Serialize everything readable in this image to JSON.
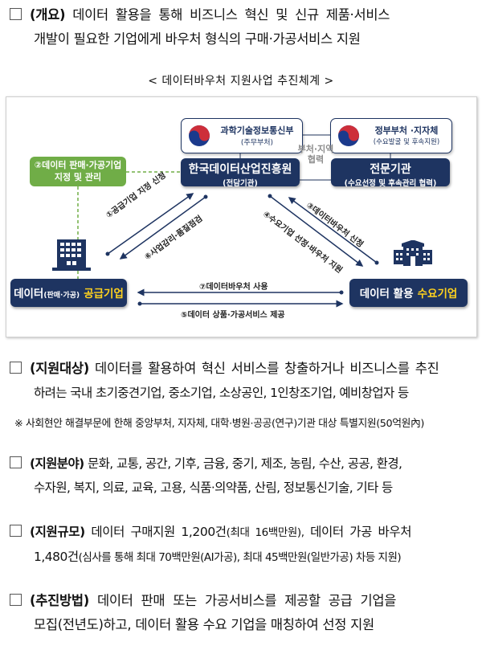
{
  "overview": {
    "label": "(개요)",
    "line1": "데이터 활용을 통해 비즈니스 혁신 및 신규 제품·서비스",
    "line2": "개발이 필요한 기업에게 바우처 형식의 구매·가공서비스 지원"
  },
  "diagram": {
    "caption": "< 데이터바우처 지원사업 추진체계 >",
    "msit": {
      "title": "과학기술정보통신부",
      "subtitle": "(주무부처)"
    },
    "gov": {
      "title": "정부부처 ·지자체",
      "subtitle": "(수요발굴 및 후속지원)"
    },
    "kdata": {
      "title": "한국데이터산업진흥원",
      "subtitle": "(전담기관)"
    },
    "expert": {
      "title": "전문기관",
      "subtitle": "(수요선정 및 후속관리 협력)"
    },
    "cooperation": {
      "line1": "부처·지역",
      "line2": "협력"
    },
    "designate": {
      "line1": "②데이터 판매·가공기업",
      "line2": "지정 및 관리"
    },
    "supplier": {
      "prefix": "데이터",
      "mid": "(판매·가공)",
      "highlight": "공급기업"
    },
    "demander": {
      "prefix": "데이터 활용",
      "highlight": "수요기업"
    },
    "arrows": {
      "a1": "①공급기업 지정 신청",
      "a6": "⑥사업감리·품질점검",
      "a3": "③데이터바우처 신청",
      "a4": "④수요기업 선정·바우처 지원",
      "a7": "⑦데이터바우처 사용",
      "a5": "⑤데이터 상품·가공서비스 제공"
    },
    "colors": {
      "navy": "#1e3461",
      "green": "#70ad47",
      "highlight": "#ffd21e"
    }
  },
  "target": {
    "label": "(지원대상)",
    "line1": "데이터를 활용하여 혁신 서비스를 창출하거나 비즈니스를 추진",
    "line2": "하려는 국내 초기중견기업, 중소기업, 소상공인, 1인창조기업, 예비창업자 등",
    "note": "※ 사회현안 해결부문에 한해 중앙부처, 지자체, 대학·병원·공공(연구)기관 대상 특별지원(50억원內)"
  },
  "fields": {
    "label": "(지원분야)",
    "line1": "문화, 교통, 공간, 기후, 금융, 중기, 제조, 농림, 수산, 공공, 환경,",
    "line2": "수자원, 복지, 의료, 교육, 고용, 식품·의약품, 산림, 정보통신기술, 기타 등"
  },
  "scale": {
    "label": "(지원규모)",
    "line1a": "데이터 구매지원 1,200건",
    "line1b": "(최대 16백만원),",
    "line1c": " 데이터 가공 바우처",
    "line2a": "1,480건",
    "line2b": "(심사를 통해 최대 70백만원(AI가공), 최대 45백만원(일반가공) 차등 지원)"
  },
  "method": {
    "label": "(추진방법)",
    "line1": "데이터 판매 또는 가공서비스를 제공할 공급 기업을",
    "line2": "모집(전년도)하고, 데이터 활용 수요 기업을 매칭하여 선정 지원"
  }
}
